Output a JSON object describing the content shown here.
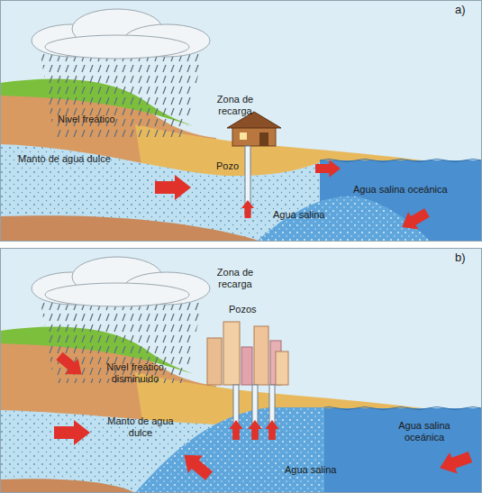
{
  "diagram": {
    "labels": [
      "a)",
      "Zona de recarga",
      "Nivel freático",
      "Manto de agua dulce",
      "Pozo",
      "Agua salina oceánica",
      "Agua salina",
      "b)",
      "Zona de recarga",
      "Pozos",
      "Nivel freático disminuido",
      "Manto de agua dulce",
      "Agua salina",
      "Agua salina oceánica"
    ]
  }
}
